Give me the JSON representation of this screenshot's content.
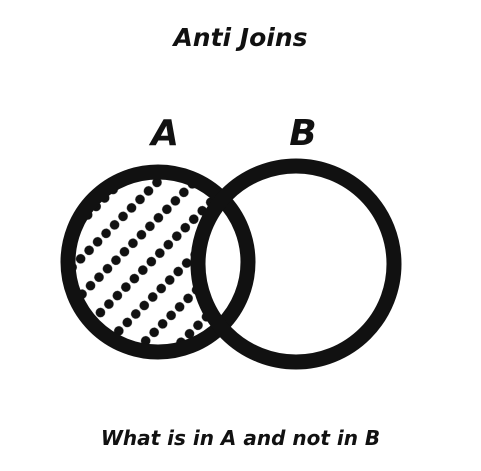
{
  "title": "Anti Joins",
  "sets": [
    {
      "label": "A",
      "highlighted": true
    },
    {
      "label": "B",
      "highlighted": false
    }
  ],
  "caption": "What is in A and not in B",
  "colors": {
    "stroke": "#111111",
    "dots": "#111111",
    "background": "#ffffff"
  }
}
